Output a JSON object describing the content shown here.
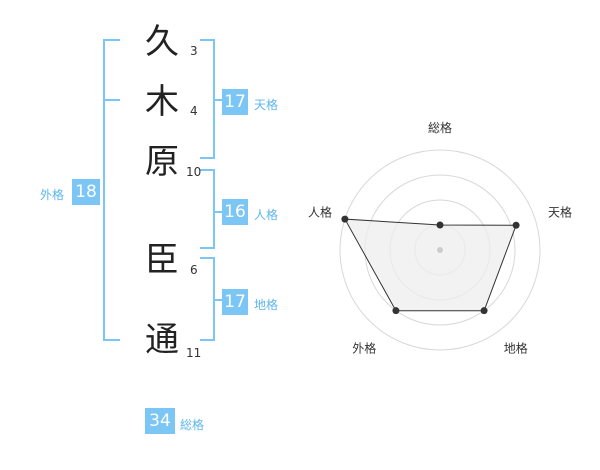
{
  "name": {
    "surname": [
      {
        "char": "久",
        "strokes": "3"
      },
      {
        "char": "木",
        "strokes": "4"
      },
      {
        "char": "原",
        "strokes": "10"
      }
    ],
    "given": [
      {
        "char": "臣",
        "strokes": "6"
      },
      {
        "char": "通",
        "strokes": "11"
      }
    ]
  },
  "kakaku": {
    "ten": {
      "value": "17",
      "label": "天格"
    },
    "jin": {
      "value": "16",
      "label": "人格"
    },
    "chi": {
      "value": "17",
      "label": "地格"
    },
    "gai": {
      "value": "18",
      "label": "外格"
    },
    "sou": {
      "value": "34",
      "label": "総格"
    }
  },
  "colors": {
    "accent": "#7cc6f5",
    "accent_text": "#5eb6ee",
    "radar_fill": "#eeeeee",
    "radar_line": "#333333"
  },
  "radar": {
    "labels": [
      "総格",
      "天格",
      "地格",
      "外格",
      "人格"
    ],
    "rings": 4,
    "values": [
      0.25,
      0.8,
      0.75,
      0.75,
      1.0
    ]
  }
}
